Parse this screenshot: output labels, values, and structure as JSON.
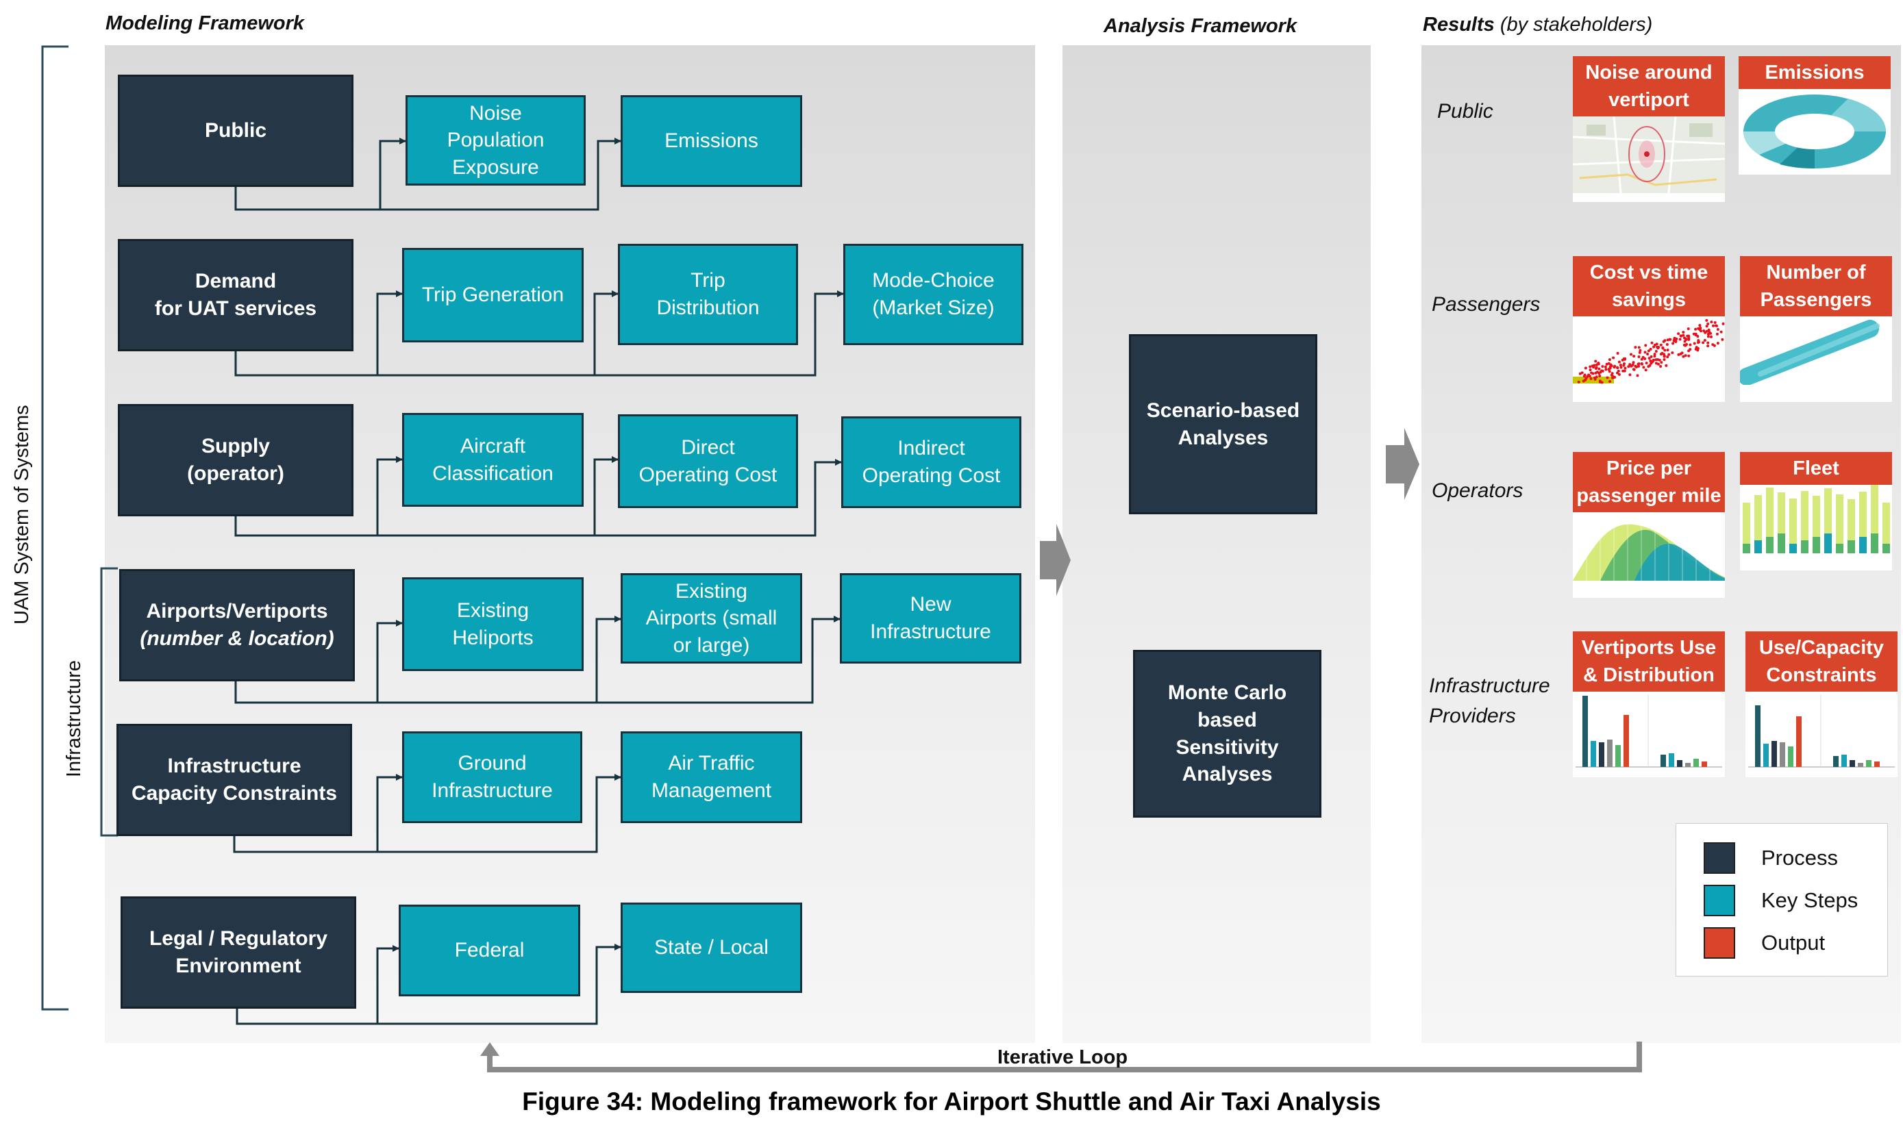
{
  "colors": {
    "process": "#253746",
    "key_step": "#0aa2b6",
    "output": "#d9452b",
    "panel": "#e6e6e6",
    "connector": "#16323c"
  },
  "sections": {
    "modeling": "Modeling Framework",
    "analysis": "Analysis Framework",
    "results_bold": "Results",
    "results_light": " (by stakeholders)"
  },
  "side_labels": {
    "uam": "UAM System of Systems",
    "infrastructure": "Infrastructure"
  },
  "modeling_rows": [
    {
      "process": "Public",
      "steps": [
        "Noise\nPopulation\nExposure",
        "Emissions"
      ]
    },
    {
      "process": "Demand\nfor UAT services",
      "steps": [
        "Trip Generation",
        "Trip\nDistribution",
        "Mode-Choice\n(Market Size)"
      ]
    },
    {
      "process": "Supply\n(operator)",
      "steps": [
        "Aircraft\nClassification",
        "Direct\nOperating Cost",
        "Indirect\nOperating Cost"
      ]
    },
    {
      "process": "Airports/Vertiports",
      "process_sub": "(number & location)",
      "steps": [
        "Existing\nHeliports",
        "Existing\nAirports (small\nor large)",
        "New\nInfrastructure"
      ]
    },
    {
      "process": "Infrastructure\nCapacity Constraints",
      "steps": [
        "Ground\nInfrastructure",
        "Air Traffic\nManagement"
      ]
    },
    {
      "process": "Legal / Regulatory\nEnvironment",
      "steps": [
        "Federal",
        "State / Local"
      ]
    }
  ],
  "analysis_boxes": [
    "Scenario-based\nAnalyses",
    "Monte Carlo\nbased\nSensitivity\nAnalyses"
  ],
  "stakeholders": [
    "Public",
    "Passengers",
    "Operators",
    "Infrastructure\nProviders"
  ],
  "result_cards": [
    [
      "Noise around\nvertiport",
      "Emissions"
    ],
    [
      "Cost vs time\nsavings",
      "Number of\nPassengers"
    ],
    [
      "Price per\npassenger mile",
      "Fleet"
    ],
    [
      "Vertiports Use\n& Distribution",
      "Use/Capacity\nConstraints"
    ]
  ],
  "legend": [
    {
      "label": "Process",
      "color": "#253746"
    },
    {
      "label": "Key Steps",
      "color": "#0aa2b6"
    },
    {
      "label": "Output",
      "color": "#d9452b"
    }
  ],
  "loop_label": "Iterative Loop",
  "caption": "Figure 34: Modeling framework for Airport Shuttle and Air Taxi Analysis"
}
